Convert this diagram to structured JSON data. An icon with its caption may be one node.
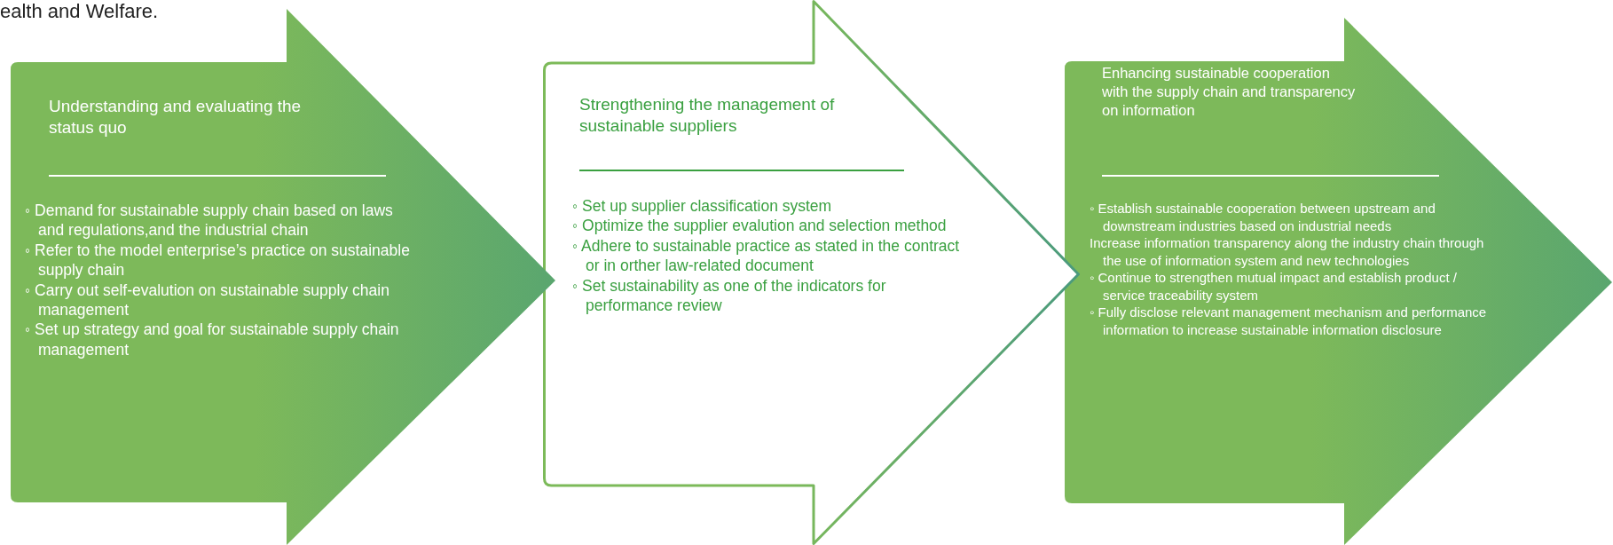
{
  "diagram": {
    "nodes": [
      {
        "text": [
          "Understanding and evaluating the status quo",
          "◦ Demand for sustainable supply chain based on laws and regulations,and the industrial chain",
          "◦ Refer to the model enterprise’s practice on sustainable supply chain",
          "◦ Carry out self-evalution on sustainable supply chain management",
          "◦ Set up strategy and goal for sustainable supply chain management"
        ]
      },
      {
        "text": [
          "Strengthening the management of sustainable suppliers",
          "◦ Set up supplier classification system",
          "◦ Optimize the supplier evalution and selection method",
          "◦ Adhere to sustainable practice as stated in the contract or in orther law-related document",
          "◦ Set sustainability as one of the indicators for performance review"
        ]
      },
      {
        "text": [
          "Enhancing sustainable cooperation with the supply chain and transparency on information",
          "◦ Establish sustainable cooperation between upstream and downstream industries based on industrial needs",
          "Increase information transparency along the industry chain through the use of information system and new technologies",
          "◦ Continue to strengthen mutual impact and establish product / service traceability system",
          "◦ Fully disclose relevant management mechanism and performance information to increase sustainable information disclosure"
        ]
      }
    ],
    "edges": [],
    "labels": [
      "ealth and Welfare."
    ]
  }
}
